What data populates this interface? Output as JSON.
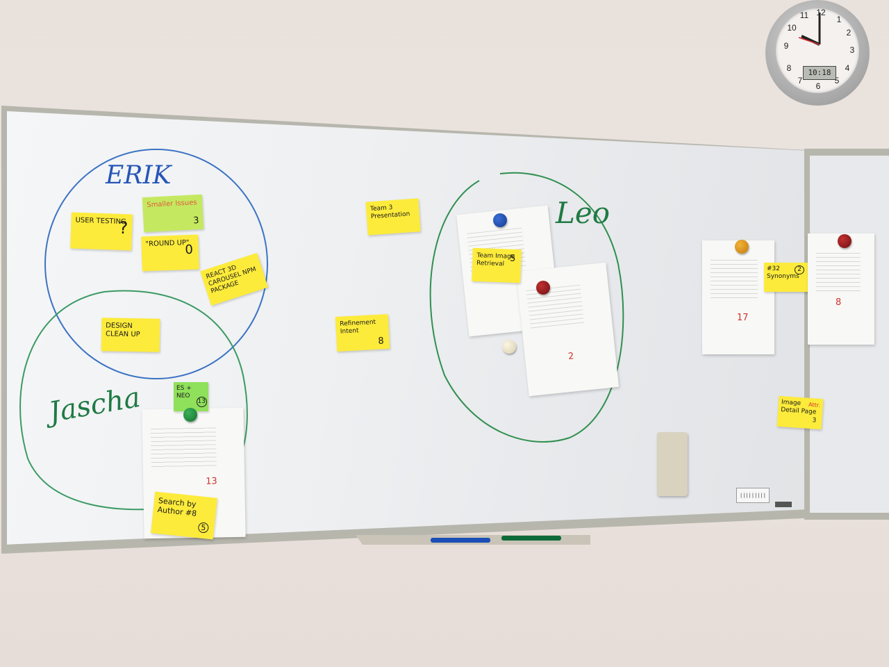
{
  "clock": {
    "numbers": [
      "12",
      "1",
      "2",
      "3",
      "4",
      "5",
      "6",
      "7",
      "8",
      "9",
      "10",
      "11"
    ],
    "lcd": "10:18"
  },
  "groups": {
    "erik": "ERIK",
    "jascha": "Jascha",
    "leo": "Leo"
  },
  "notes": {
    "user_testing": {
      "text": "USER TESTING",
      "mark": "?"
    },
    "smaller_issues": {
      "text": "Smaller Issues",
      "num": "3"
    },
    "round_up": {
      "text": "\"ROUND UP\"",
      "num": "0"
    },
    "react_carousel": {
      "text": "REACT 3D CAROUSEL NPM PACKAGE"
    },
    "design_clean_up": {
      "text": "DESIGN CLEAN UP"
    },
    "team3_presentation": {
      "text": "Team 3 Presentation"
    },
    "refinement_intent": {
      "text": "Refinement Intent",
      "num": "8"
    },
    "team_image_retrieval": {
      "text": "Team Image Retrieval",
      "num": "5"
    },
    "es_neo": {
      "text": "ES + NEO",
      "num": "13"
    },
    "search_by_author": {
      "text": "Search by Author #8",
      "num": "5"
    },
    "synonyms": {
      "text": "#32 Synonyms",
      "num": "2"
    },
    "image_detail_page": {
      "text": "Image Detail Page",
      "num": "3",
      "mark": "Attr."
    }
  },
  "sheets": {
    "jascha_sheet_num": "13",
    "leo_sheet_num": "2",
    "right_sheet_num": "17",
    "far_right_sheet_num": "8"
  },
  "colors": {
    "sticky_yellow": "#fdeb3b",
    "sticky_lime": "#c4e960",
    "sticky_green": "#8fe05a",
    "erik_circle": "#3b72c4",
    "jascha_circle": "#3b9a64",
    "leo_circle": "#2f8f4f",
    "sheet_number_red": "#d0312d"
  }
}
